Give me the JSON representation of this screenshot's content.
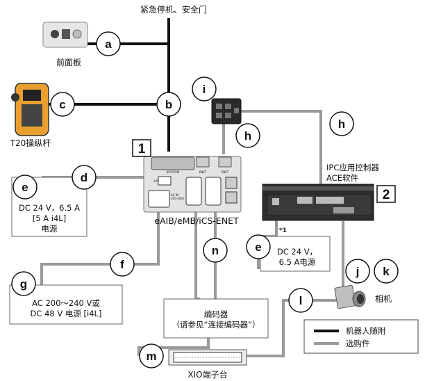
{
  "labels": {
    "estop": "紧急停机、安全门",
    "front_panel": "前面板",
    "t20": "T20操纵杆",
    "controller_name": "eAIB/eMB/iCS-ENET",
    "ipc_line1": "IPC应用控制器",
    "ipc_line2": "ACE软件",
    "footnote": "*1",
    "camera": "相机",
    "xio": "XIO端子台"
  },
  "boxes": {
    "psu_24v_a": [
      "DC 24 V，6.5 A",
      "[5 A i4L]",
      "电源"
    ],
    "psu_24v_b": [
      "DC 24 V，",
      "6.5 A电源"
    ],
    "psu_ac": [
      "AC 200～240 V或",
      "DC 48 V 电源 [i4L]"
    ],
    "encoder": [
      "编码器",
      "（请参见“连接编码器”）"
    ]
  },
  "callouts": {
    "a": "a",
    "b": "b",
    "c": "c",
    "d": "d",
    "e1": "e",
    "e2": "e",
    "f": "f",
    "g": "g",
    "h1": "h",
    "h2": "h",
    "i": "i",
    "j": "j",
    "k": "k",
    "l": "l",
    "m": "m",
    "n": "n"
  },
  "numbers": {
    "controller": "1",
    "ipc": "2"
  },
  "device_text": {
    "xsystem": "XSYSTEM",
    "enet1": "ENET",
    "enet2": "ENET",
    "dc24v": "24V",
    "ac_in": "AC IN",
    "ac_range": "200-240V"
  },
  "legend": {
    "included": "机器人随附",
    "optional": "选购件"
  },
  "colors": {
    "included_cable": "#111111",
    "optional_cable": "#9a9a9a",
    "device_gray": "#d8d8d8"
  }
}
